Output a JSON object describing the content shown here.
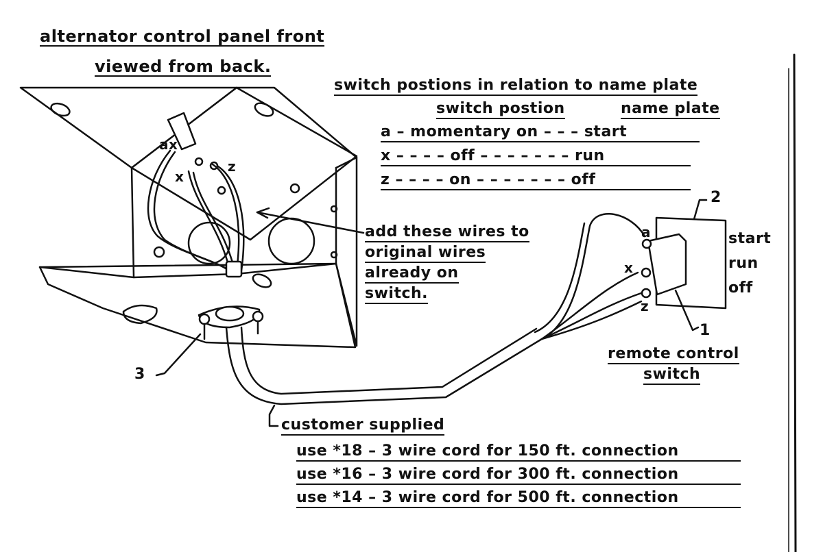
{
  "title": {
    "line1": "alternator control panel front",
    "line2": "viewed from back."
  },
  "switch_positions": {
    "heading": "switch postions in relation to name plate",
    "col_switch": "switch postion",
    "col_plate": "name plate",
    "rows": [
      "a – momentary on – – – start",
      "x – – – – off – – – – – – – run",
      "z – – – – on – – – – – – – off"
    ]
  },
  "note": {
    "lines": [
      "add these wires to",
      "original wires",
      "already on",
      "switch."
    ]
  },
  "switch_labels": {
    "start": "start",
    "run": "run",
    "off": "off"
  },
  "terminal_labels": {
    "a": "a",
    "x": "x",
    "z": "z",
    "panel_ax": "ax",
    "panel_x": "x",
    "panel_z": "z"
  },
  "callouts": {
    "one": "1",
    "two": "2",
    "three": "3"
  },
  "remote": {
    "line1": "remote control",
    "line2": "switch"
  },
  "customer": {
    "heading": "customer supplied",
    "lines": [
      "use *18 – 3 wire cord for 150 ft. connection",
      "use *16 – 3 wire cord for 300 ft. connection",
      "use *14 – 3 wire cord for 500 ft. connection"
    ]
  }
}
